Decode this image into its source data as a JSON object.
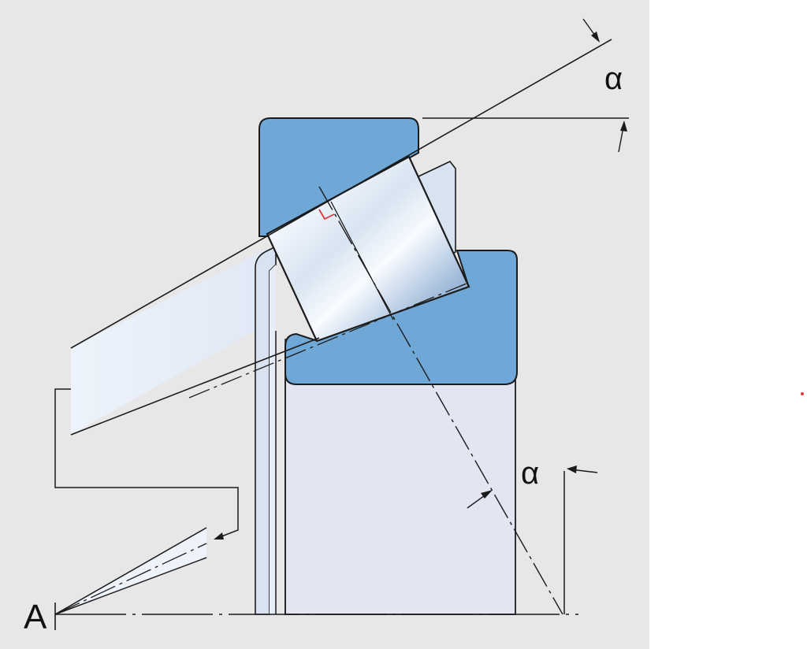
{
  "diagram": {
    "labels": {
      "alpha_top": "α",
      "alpha_lower": "α",
      "point_a": "A"
    },
    "colors": {
      "panel_background": "#e7e7e8",
      "page_background": "#ffffff",
      "ring_blue": "#6fa8d7",
      "ring_stroke": "#1b1b1b",
      "roller_light": "#f4f8fd",
      "roller_mid": "#c8daea",
      "roller_dark": "#6f9fc9",
      "translucent_fill": "#e8eff9",
      "sleeve_fill": "#e3e6f2",
      "right_angle_marker": "#d9383f",
      "dot_marker": "#d9383f"
    }
  }
}
